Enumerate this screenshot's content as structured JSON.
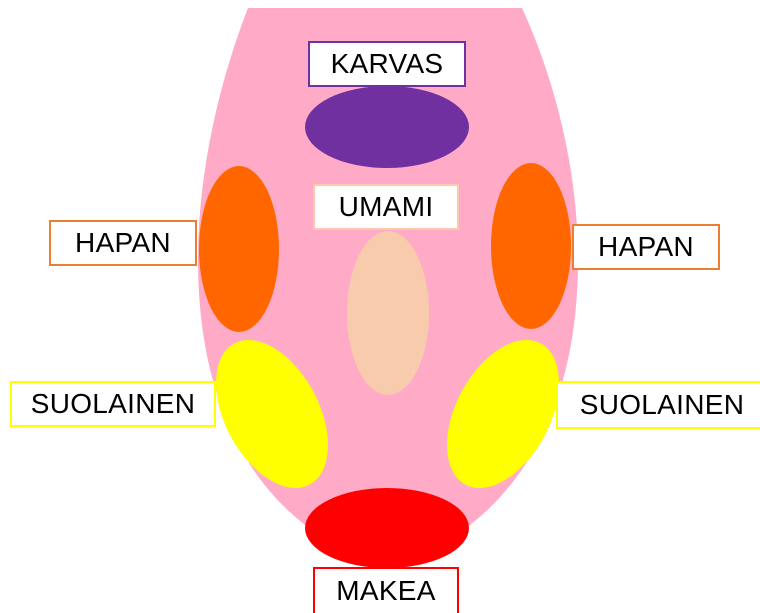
{
  "diagram": {
    "labels": {
      "karvas": "KARVAS",
      "umami": "UMAMI",
      "hapan_left": "HAPAN",
      "hapan_right": "HAPAN",
      "suolainen_left": "SUOLAINEN",
      "suolainen_right": "SUOLAINEN",
      "makea": "MAKEA"
    },
    "colors": {
      "tongue": "#ffabc8",
      "karvas": "#7030a0",
      "umami": "#f8cbad",
      "hapan": "#ff6600",
      "suolainen": "#ffff00",
      "makea": "#ff0000"
    }
  }
}
